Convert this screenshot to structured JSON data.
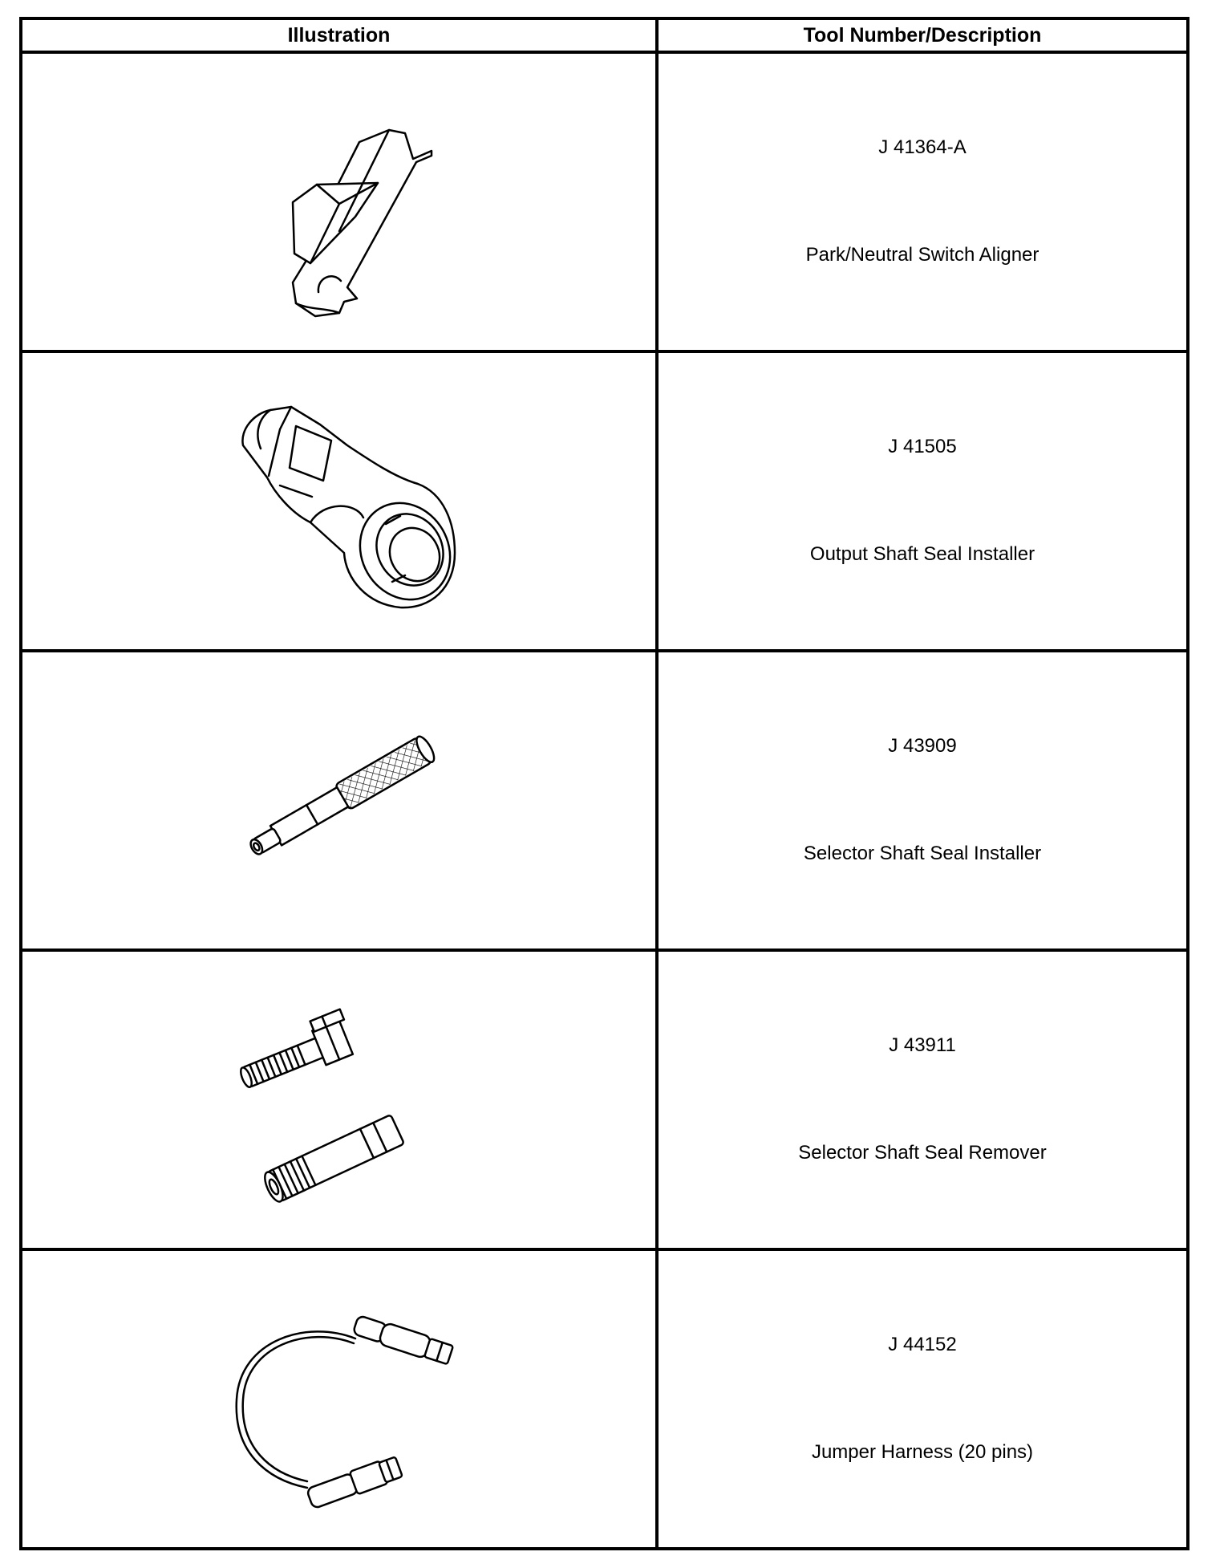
{
  "table": {
    "headers": {
      "illustration": "Illustration",
      "tool": "Tool Number/Description"
    },
    "rows": [
      {
        "number": "J 41364-A",
        "description": "Park/Neutral Switch Aligner",
        "icon": "switch-aligner-illustration"
      },
      {
        "number": "J 41505",
        "description": "Output Shaft Seal Installer",
        "icon": "seal-installer-illustration"
      },
      {
        "number": "J 43909",
        "description": "Selector Shaft Seal Installer",
        "icon": "knurled-shaft-illustration"
      },
      {
        "number": "J 43911",
        "description": "Selector Shaft Seal Remover",
        "icon": "bolt-and-sleeve-illustration"
      },
      {
        "number": "J 44152",
        "description": "Jumper Harness (20 pins)",
        "icon": "jumper-harness-illustration"
      }
    ]
  }
}
